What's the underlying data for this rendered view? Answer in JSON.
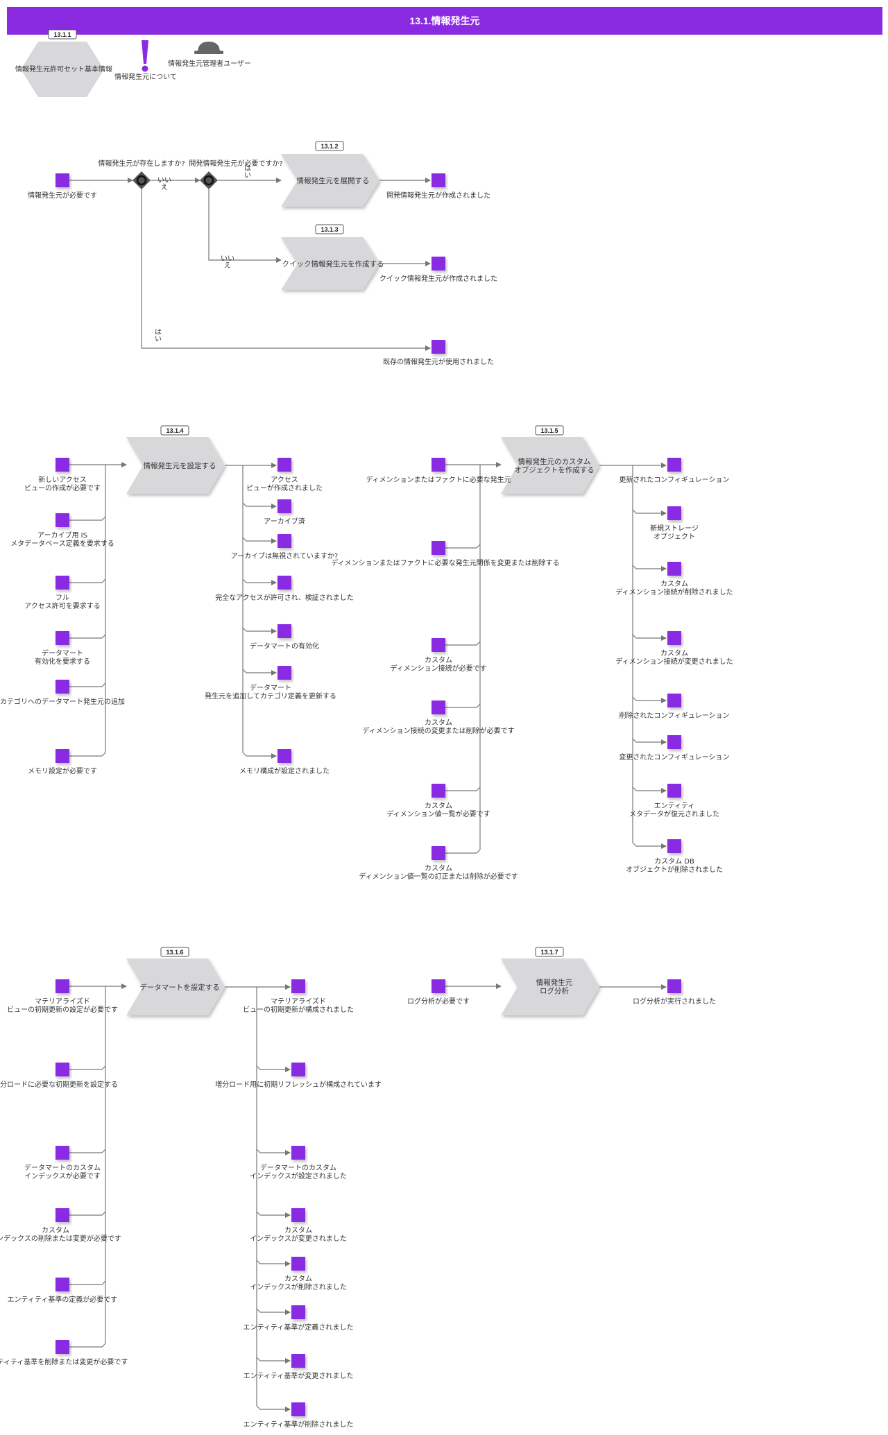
{
  "header": {
    "title": "13.1.情報発生元"
  },
  "colors": {
    "accent": "#8a2be2",
    "process": "#d8d8da",
    "connector": "#777777",
    "gateway": "#555555"
  },
  "legend": {
    "hex_tag": "13.1.1",
    "hex_label": "情報発生元許可セット基本情報",
    "about_label": "情報発生元について",
    "user_label": "情報発生元管理者ユーザー",
    "about_icon": "exclamation-icon",
    "user_icon": "user-hat-icon"
  },
  "flow1": {
    "start_event": "情報発生元が必要です",
    "gateway1_question": "情報発生元が存在しますか?",
    "gateway2_question": "開発情報発生元が必要ですか?",
    "yes": "は\nい",
    "no": "いい\nえ",
    "process1": {
      "tag": "13.1.2",
      "label": "情報発生元を展開する"
    },
    "process2": {
      "tag": "13.1.3",
      "label": "クイック情報発生元を作成する"
    },
    "out1": "開発情報発生元が作成されました",
    "out2": "クイック情報発生元が作成されました",
    "out3": "既存の情報発生元が使用されました"
  },
  "flow4": {
    "tag": "13.1.4",
    "process": "情報発生元を設定する",
    "inputs": [
      "新しいアクセス\nビューの作成が必要です",
      "アーカイブ用 IS\nメタデータベース定義を要求する",
      "フル\nアクセス許可を要求する",
      "データマート\n有効化を要求する",
      "ハッシュカテゴリへのデータマート発生元の追加",
      "メモリ設定が必要です"
    ],
    "outputs": [
      "アクセス\nビューが作成されました",
      "アーカイブ済",
      "アーカイブは無視されていますか?",
      "完全なアクセスが許可され、検証されました",
      "データマートの有効化",
      "データマート\n発生元を追加してカテゴリ定義を更新する",
      "メモリ構成が設定されました"
    ]
  },
  "flow5": {
    "tag": "13.1.5",
    "process": "情報発生元のカスタム\nオブジェクトを作成する",
    "inputs": [
      "ディメンションまたはファクトに必要な発生元",
      "ディメンションまたはファクトに必要な発生元関係を変更または削除する",
      "カスタム\nディメンション接続が必要です",
      "カスタム\nディメンション接続の変更または削除が必要です",
      "カスタム\nディメンション値一覧が必要です",
      "カスタム\nディメンション値一覧の訂正または削除が必要です"
    ],
    "outputs": [
      "更新されたコンフィギュレーション",
      "新規ストレージ\nオブジェクト",
      "カスタム\nディメンション接続が削除されました",
      "カスタム\nディメンション接続が変更されました",
      "削除されたコンフィギュレーション",
      "変更されたコンフィギュレーション",
      "エンティティ\nメタデータが復元されました",
      "カスタム DB\nオブジェクトが削除されました"
    ]
  },
  "flow6": {
    "tag": "13.1.6",
    "process": "データマートを設定する",
    "inputs": [
      "マテリアライズド\nビューの初期更新の設定が必要です",
      "増分ロードに必要な初期更新を設定する",
      "データマートのカスタム\nインデックスが必要です",
      "カスタム\nインデックスの削除または変更が必要です",
      "エンティティ基準の定義が必要です",
      "エンティティ基準を削除または変更が必要です"
    ],
    "outputs": [
      "マテリアライズド\nビューの初期更新が構成されました",
      "増分ロード用に初期リフレッシュが構成されています",
      "データマートのカスタム\nインデックスが設定されました",
      "カスタム\nインデックスが変更されました",
      "カスタム\nインデックスが削除されました",
      "エンティティ基準が定義されました",
      "エンティティ基準が変更されました",
      "エンティティ基準が削除されました"
    ]
  },
  "flow7": {
    "tag": "13.1.7",
    "process": "情報発生元\nログ分析",
    "input": "ログ分析が必要です",
    "output": "ログ分析が実行されました"
  }
}
